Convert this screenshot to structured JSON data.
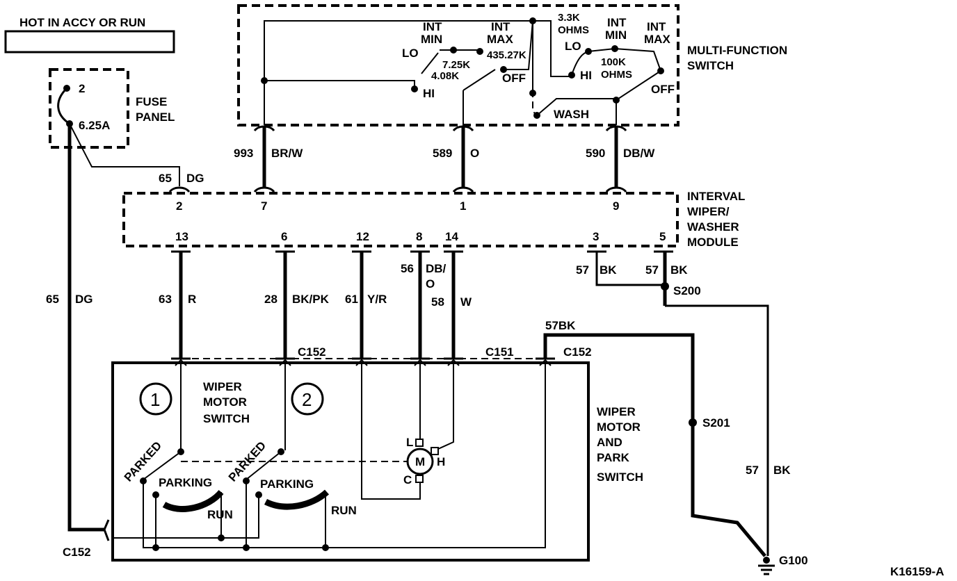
{
  "power_label": "HOT IN ACCY OR RUN",
  "fuse_panel": {
    "title_line1": "FUSE",
    "title_line2": "PANEL",
    "fuse_num": "2",
    "fuse_rating": "6.25A"
  },
  "multifunction_switch": {
    "title_line1": "MULTI-FUNCTION",
    "title_line2": "SWITCH",
    "left_int_min": "INT",
    "left_int_min2": "MIN",
    "left_int_max": "INT",
    "left_int_max2": "MAX",
    "left_lo": "LO",
    "left_hi": "HI",
    "left_off": "OFF",
    "r1": "7.25K",
    "r2": "4.08K",
    "r3": "435.27K",
    "r4_line1": "3.3K",
    "r4_line2": "OHMS",
    "right_lo": "LO",
    "right_hi": "HI",
    "right_off": "OFF",
    "right_int_min": "INT",
    "right_int_min2": "MIN",
    "right_int_max": "INT",
    "right_int_max2": "MAX",
    "r5_line1": "100K",
    "r5_line2": "OHMS",
    "wash": "WASH"
  },
  "wires_top": [
    {
      "circuit": "993",
      "color": "BR/W"
    },
    {
      "circuit": "589",
      "color": "O"
    },
    {
      "circuit": "590",
      "color": "DB/W"
    },
    {
      "circuit": "65",
      "color": "DG"
    }
  ],
  "module": {
    "title_line1": "INTERVAL",
    "title_line2": "WIPER/",
    "title_line3": "WASHER",
    "title_line4": "MODULE",
    "top_pins": [
      "2",
      "7",
      "1",
      "9"
    ],
    "bottom_pins": [
      "13",
      "6",
      "12",
      "8",
      "14",
      "3",
      "5"
    ]
  },
  "wires_bottom": [
    {
      "circuit": "63",
      "color": "R"
    },
    {
      "circuit": "28",
      "color": "BK/PK"
    },
    {
      "circuit": "61",
      "color": "Y/R"
    },
    {
      "circuit": "56",
      "color": "DB/",
      "color2": "O"
    },
    {
      "circuit": "58",
      "color": "W"
    },
    {
      "circuit": "57",
      "color": "BK"
    },
    {
      "circuit": "57",
      "color": "BK"
    }
  ],
  "left_wire": {
    "circuit": "65",
    "color": "DG"
  },
  "splices": {
    "s200": "S200",
    "s201": "S201",
    "ground": "G100"
  },
  "ground_wire": {
    "circuit": "57",
    "color": "BK"
  },
  "wire_57bk_top": "57BK",
  "connectors": {
    "c152a": "C152",
    "c151": "C151",
    "c152b": "C152",
    "c152c": "C152"
  },
  "wiper_motor_switch": {
    "line1": "WIPER",
    "line2": "MOTOR",
    "line3": "SWITCH",
    "num1": "1",
    "num2": "2"
  },
  "wiper_motor_park": {
    "line1": "WIPER",
    "line2": "MOTOR",
    "line3": "AND",
    "line4": "PARK",
    "line5": "SWITCH"
  },
  "switch_labels": {
    "parked": "PARKED",
    "parking": "PARKING",
    "run": "RUN"
  },
  "motor": {
    "m": "M",
    "l": "L",
    "h": "H",
    "c": "C"
  },
  "figure_id": "K16159-A"
}
